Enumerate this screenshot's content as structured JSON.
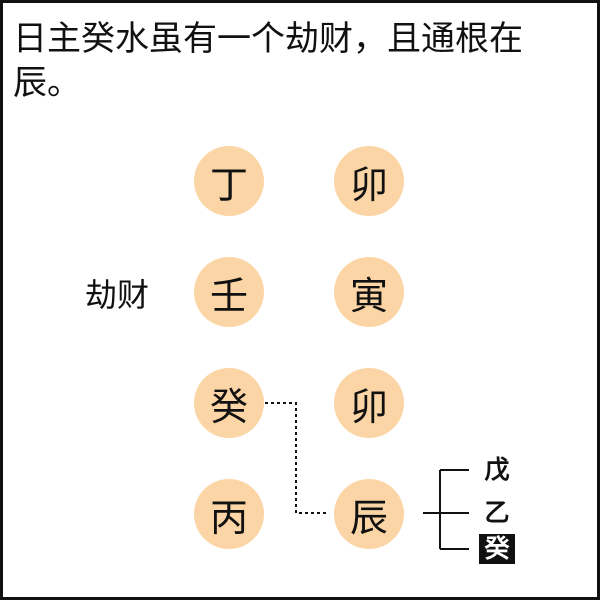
{
  "caption": "日主癸水虽有一个劫财，且通根在辰。",
  "side_label": "劫财",
  "pillars": {
    "year": {
      "stem": "丁",
      "branch": "卯"
    },
    "month": {
      "stem": "壬",
      "branch": "寅"
    },
    "day": {
      "stem": "癸",
      "branch": "卯"
    },
    "hour": {
      "stem": "丙",
      "branch": "辰"
    }
  },
  "hidden_stems": [
    "戊",
    "乙",
    "癸"
  ],
  "colors": {
    "circle_fill": "#fcd5a6",
    "text": "#111111",
    "highlight_bg": "#111111",
    "highlight_text": "#ffffff"
  }
}
